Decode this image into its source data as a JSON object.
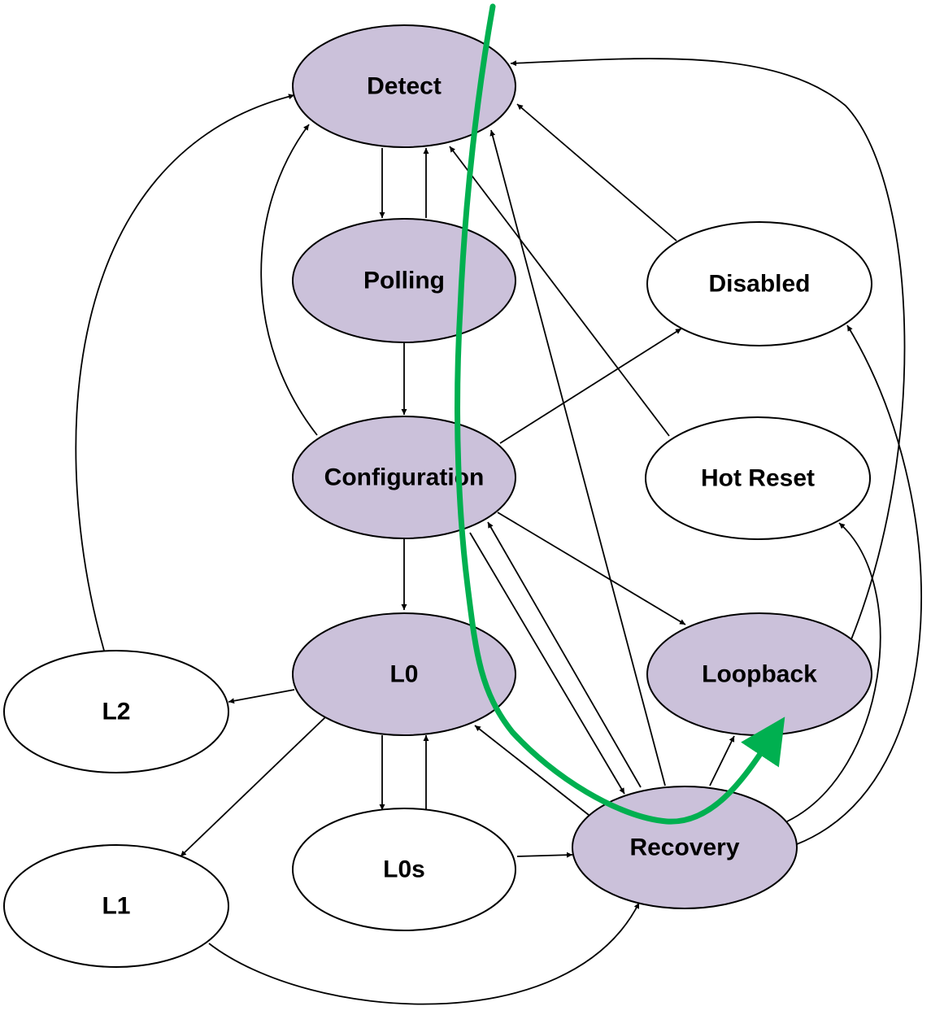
{
  "colors": {
    "highlight_fill": "#cbc1da",
    "plain_fill": "#ffffff",
    "stroke": "#000000",
    "path_highlight": "#00b050"
  },
  "states": {
    "detect": {
      "label": "Detect",
      "highlighted": true
    },
    "polling": {
      "label": "Polling",
      "highlighted": true
    },
    "configuration": {
      "label": "Configuration",
      "highlighted": true
    },
    "l0": {
      "label": "L0",
      "highlighted": true
    },
    "loopback": {
      "label": "Loopback",
      "highlighted": true
    },
    "recovery": {
      "label": "Recovery",
      "highlighted": true
    },
    "disabled": {
      "label": "Disabled",
      "highlighted": false
    },
    "hot_reset": {
      "label": "Hot Reset",
      "highlighted": false
    },
    "l2": {
      "label": "L2",
      "highlighted": false
    },
    "l1": {
      "label": "L1",
      "highlighted": false
    },
    "l0s": {
      "label": "L0s",
      "highlighted": false
    }
  },
  "transitions": [
    {
      "from": "detect",
      "to": "polling"
    },
    {
      "from": "polling",
      "to": "detect"
    },
    {
      "from": "polling",
      "to": "configuration"
    },
    {
      "from": "configuration",
      "to": "detect"
    },
    {
      "from": "configuration",
      "to": "l0"
    },
    {
      "from": "configuration",
      "to": "disabled"
    },
    {
      "from": "configuration",
      "to": "loopback"
    },
    {
      "from": "configuration",
      "to": "recovery"
    },
    {
      "from": "recovery",
      "to": "configuration"
    },
    {
      "from": "recovery",
      "to": "detect"
    },
    {
      "from": "recovery",
      "to": "l0"
    },
    {
      "from": "recovery",
      "to": "loopback"
    },
    {
      "from": "recovery",
      "to": "hot_reset"
    },
    {
      "from": "recovery",
      "to": "disabled"
    },
    {
      "from": "disabled",
      "to": "detect"
    },
    {
      "from": "hot_reset",
      "to": "detect"
    },
    {
      "from": "loopback",
      "to": "detect"
    },
    {
      "from": "l0",
      "to": "l2"
    },
    {
      "from": "l0",
      "to": "l1"
    },
    {
      "from": "l0",
      "to": "l0s"
    },
    {
      "from": "l0s",
      "to": "l0"
    },
    {
      "from": "l0s",
      "to": "recovery"
    },
    {
      "from": "l1",
      "to": "recovery"
    },
    {
      "from": "l2",
      "to": "detect"
    }
  ],
  "highlighted_path": [
    "detect",
    "configuration",
    "l0",
    "recovery",
    "loopback"
  ]
}
